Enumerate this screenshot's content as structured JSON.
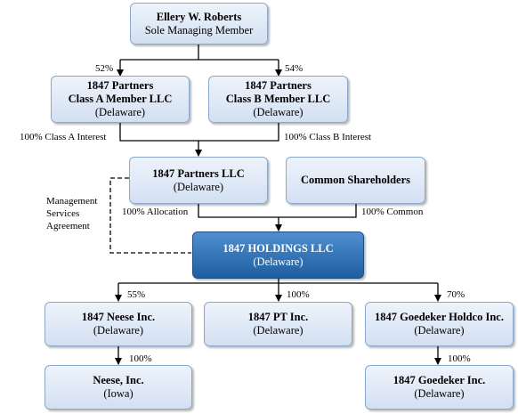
{
  "nodes": {
    "roberts": {
      "title": "Ellery W. Roberts",
      "subtitle": "Sole Managing Member"
    },
    "class_a": {
      "title1": "1847 Partners",
      "title2": "Class A Member LLC",
      "subtitle": "(Delaware)"
    },
    "class_b": {
      "title1": "1847 Partners",
      "title2": "Class B Member LLC",
      "subtitle": "(Delaware)"
    },
    "partners": {
      "title": "1847 Partners LLC",
      "subtitle": "(Delaware)"
    },
    "common": {
      "title": "Common Shareholders"
    },
    "holdings": {
      "title": "1847 HOLDINGS LLC",
      "subtitle": "(Delaware)"
    },
    "neese_inc": {
      "title": "1847 Neese Inc.",
      "subtitle": "(Delaware)"
    },
    "pt_inc": {
      "title": "1847 PT Inc.",
      "subtitle": "(Delaware)"
    },
    "goedeker_holdco": {
      "title": "1847 Goedeker Holdco Inc.",
      "subtitle": "(Delaware)"
    },
    "neese": {
      "title": "Neese, Inc.",
      "subtitle": "(Iowa)"
    },
    "goedeker": {
      "title": "1847 Goedeker Inc.",
      "subtitle": "(Delaware)"
    }
  },
  "labels": {
    "pct_class_a": "52%",
    "pct_class_b": "54%",
    "class_a_interest": "100% Class A Interest",
    "class_b_interest": "100% Class B Interest",
    "mgmt_1": "Management",
    "mgmt_2": "Services",
    "mgmt_3": "Agreement",
    "allocation": "100% Allocation",
    "common": "100% Common",
    "pct_neese_inc": "55%",
    "pct_pt_inc": "100%",
    "pct_goedeker_holdco": "70%",
    "pct_neese": "100%",
    "pct_goedeker": "100%"
  }
}
